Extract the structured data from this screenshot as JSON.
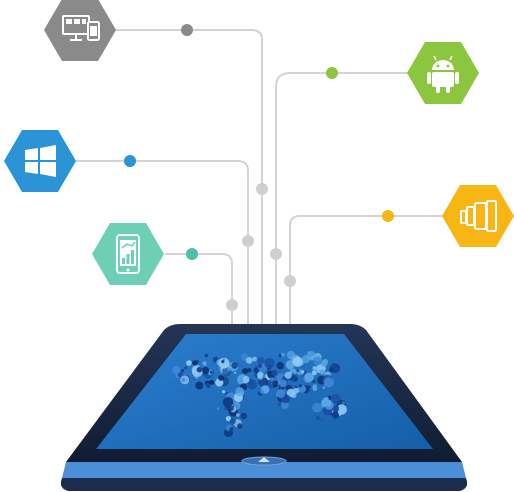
{
  "diagram": {
    "hub": {
      "name": "tablet-world-map",
      "screen_color": "#1f6fbf",
      "bezel_color": "#1c2d4d",
      "frame_accent": "#4a90d9"
    },
    "platforms": [
      {
        "key": "desktop-multi-device",
        "icon": "desktop-and-mobile-icon",
        "color": "#8a8a8a",
        "node_color": "#8a8a8a"
      },
      {
        "key": "android",
        "icon": "android-icon",
        "color": "#8cc63f",
        "node_color": "#8cc63f"
      },
      {
        "key": "windows",
        "icon": "windows-icon",
        "color": "#2a94d6",
        "node_color": "#2a94d6"
      },
      {
        "key": "cross-device",
        "icon": "multi-screen-icon",
        "color": "#f7b614",
        "node_color": "#f7b614"
      },
      {
        "key": "mobile-analytics",
        "icon": "smartphone-chart-icon",
        "color": "#6ecfb7",
        "node_color": "#4fc0a6"
      }
    ],
    "connector_color": "#d4d4d4",
    "junction_color": "#cfcfcf"
  }
}
